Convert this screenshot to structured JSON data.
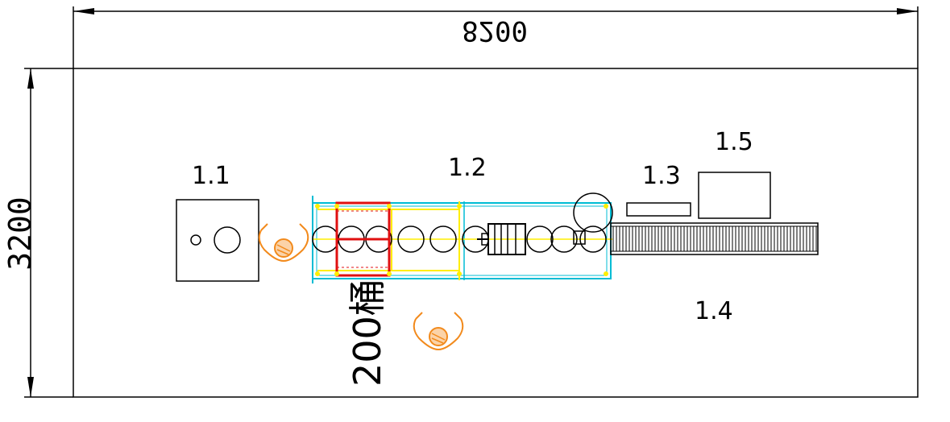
{
  "dimensions": {
    "width": "8200",
    "height": "3200"
  },
  "stations": {
    "s11": "1.1",
    "s12": "1.2",
    "s13": "1.3",
    "s14": "1.4",
    "s15": "1.5"
  },
  "note": "200桶",
  "colors": {
    "line": "#000000",
    "cyan": "#00bcd4",
    "yellow": "#ffee00",
    "red": "#e01010",
    "operator": "#f28a1c"
  }
}
